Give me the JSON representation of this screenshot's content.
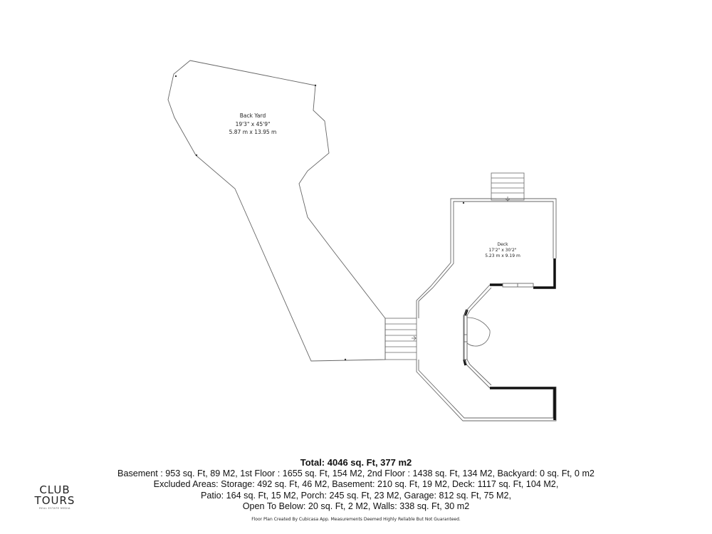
{
  "rooms": {
    "back_yard": {
      "name": "Back Yard",
      "dim_imperial": "19'3\" x 45'9\"",
      "dim_metric": "5.87 m x 13.95 m"
    },
    "deck": {
      "name": "Deck",
      "dim_imperial": "17'2\" x 30'2\"",
      "dim_metric": "5.23 m x 9.19 m"
    }
  },
  "summary": {
    "total": "Total: 4046 sq. Ft, 377 m2",
    "line1": "Basement : 953 sq. Ft, 89 M2, 1st Floor : 1655 sq. Ft, 154 M2, 2nd Floor : 1438 sq. Ft, 134 M2, Backyard: 0 sq. Ft, 0 m2",
    "line2": "Excluded Areas: Storage: 492 sq. Ft, 46 M2, Basement: 210 sq. Ft, 19 M2, Deck: 1117 sq. Ft, 104 M2,",
    "line3": "Patio: 164 sq. Ft, 15 M2, Porch: 245 sq. Ft, 23 M2, Garage: 812 sq. Ft, 75 M2,",
    "line4": "Open To Below: 20 sq. Ft, 2 M2, Walls: 338 sq. Ft, 30 m2"
  },
  "credit": "Floor Plan Created By Cubicasa App. Measurements Deemed Highly Reliable But Not Guaranteed.",
  "logo": {
    "line1": "CLUB",
    "line2": "TOURS",
    "tagline": "REAL ESTATE MEDIA"
  },
  "colors": {
    "line": "#555555",
    "wall": "#111111",
    "background": "#ffffff"
  }
}
